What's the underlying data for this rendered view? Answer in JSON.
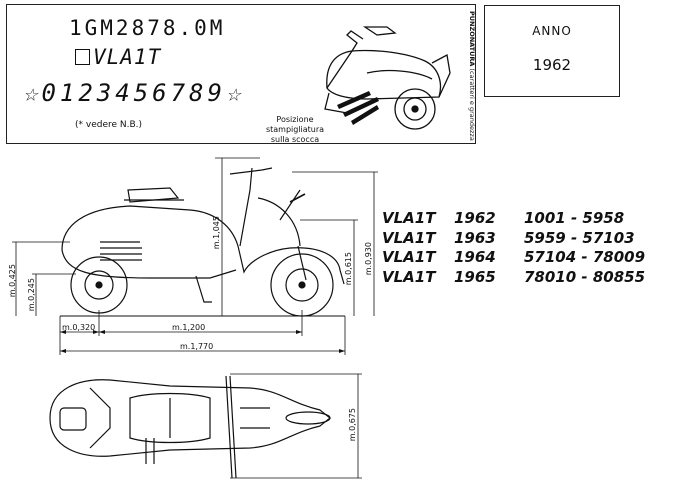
{
  "stamp": {
    "frame_number": "1GM2878.0M",
    "model_code": "VLA1T",
    "digits": "0123456789",
    "note": "(* vedere N.B.)",
    "position_label": [
      "Posizione",
      "stampigliatura",
      "sulla scocca"
    ],
    "punzonatura_title": "PUNZONATURA",
    "punzonatura_text": "(caratteri e grandezza al vero)"
  },
  "anno": {
    "label": "ANNO",
    "year": "1962"
  },
  "production_table": [
    {
      "model": "VLA1T",
      "year": "1962",
      "range": "1001 - 5958"
    },
    {
      "model": "VLA1T",
      "year": "1963",
      "range": "5959 - 57103"
    },
    {
      "model": "VLA1T",
      "year": "1964",
      "range": "57104 - 78009"
    },
    {
      "model": "VLA1T",
      "year": "1965",
      "range": "78010 - 80855"
    }
  ],
  "dimensions": {
    "height_total": "m.1,045",
    "seat_height": "m.0,425",
    "axle_height": "m.0,245",
    "handle_height": "m.0,615",
    "front_height": "m.0,930",
    "rear_overhang": "m.0,320",
    "wheelbase": "m.1,200",
    "length_total": "m.1,770",
    "width_total": "m.0,675"
  },
  "colors": {
    "ink": "#111111",
    "paper": "#ffffff"
  }
}
